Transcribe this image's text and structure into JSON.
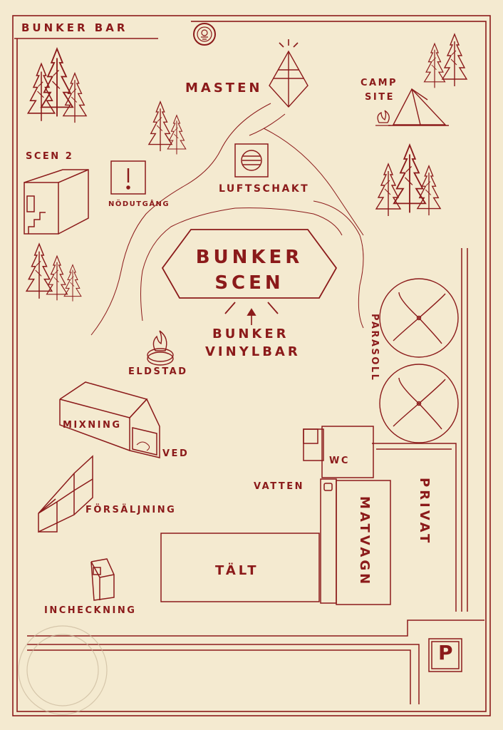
{
  "title": "BUNKER BAR",
  "labels": {
    "masten": "MASTEN",
    "camp_line1": "CAMP",
    "camp_line2": "SITE",
    "scen2": "SCEN 2",
    "nodutgang": "NÖDUTGÅNG",
    "luftschakt": "LUFTSCHAKT",
    "bunker_scen_line1": "BUNKER",
    "bunker_scen_line2": "SCEN",
    "vinylbar_line1": "BUNKER",
    "vinylbar_line2": "VINYLBAR",
    "parasoll": "PARASOLL",
    "eldstad": "ELDSTAD",
    "mixning": "MIXNING",
    "ved": "VED",
    "wc": "WC",
    "vatten": "VATTEN",
    "matvagn": "MATVAGN",
    "privat": "PRIVAT",
    "forsaljning": "FÖRSÄLJNING",
    "talt": "TÄLT",
    "incheckning": "INCHECKNING",
    "parking": "P"
  },
  "colors": {
    "ink": "#8b1a1a",
    "paper": "#f4ead0"
  },
  "icons": [
    "tree-icon",
    "radio-mast-icon",
    "tent-icon",
    "campfire-icon",
    "fire-pit-icon",
    "exclamation-sign-icon",
    "vent-grille-icon",
    "parasol-icon",
    "parking-sign-icon",
    "logo-emblem-icon"
  ]
}
